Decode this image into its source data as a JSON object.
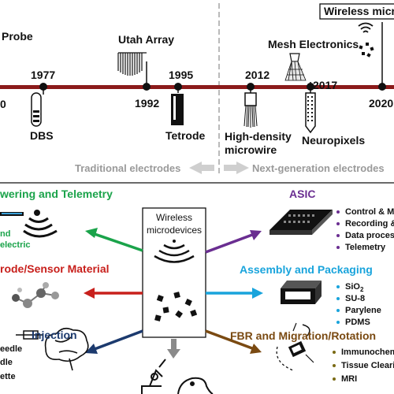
{
  "timeline": {
    "events": [
      {
        "year": "",
        "label": "Probe"
      },
      {
        "year": "1977",
        "label": "DBS"
      },
      {
        "year": "1992",
        "label": "Utah Array"
      },
      {
        "year": "1995",
        "label": "Tetrode"
      },
      {
        "year": "2012",
        "label": "High-density\nmicrowire"
      },
      {
        "year": "2017",
        "label": "Neuropixels"
      },
      {
        "year": "",
        "label": "Mesh Electronics"
      },
      {
        "year": "2020",
        "label": "Wireless micro"
      }
    ],
    "left_year_fragment": "0",
    "traditional_label": "Traditional electrodes",
    "nextgen_label": "Next-generation electrodes"
  },
  "center": {
    "title": "Wireless\nmicrodevices"
  },
  "sections": {
    "powering": {
      "title": "wering and Telemetry",
      "items": [
        "nd",
        "electric"
      ],
      "color": "#1aa34a"
    },
    "electrode": {
      "title": "rode/Sensor Material",
      "color": "#c8201c"
    },
    "injection": {
      "title": "Injection",
      "items": [
        "eedle",
        "dle",
        "ette"
      ],
      "color": "#1c3a6e"
    },
    "asic": {
      "title": "ASIC",
      "items": [
        "Control & Mo",
        "Recording &",
        "Data process",
        "Telemetry"
      ],
      "color": "#6a2e91"
    },
    "assembly": {
      "title": "Assembly and Packaging",
      "items": [
        "SiO",
        "SU-8",
        "Parylene",
        "PDMS"
      ],
      "sio_sub": "2",
      "color": "#19a4dc"
    },
    "fbr": {
      "title": "FBR and Migration/Rotation",
      "items": [
        "Immunochem",
        "Tissue Clearin",
        "MRI"
      ],
      "color": "#7a4a12"
    }
  },
  "colors": {
    "timeline_bar": "#8b1a1a",
    "bullet_olive": "#7a6a14"
  }
}
